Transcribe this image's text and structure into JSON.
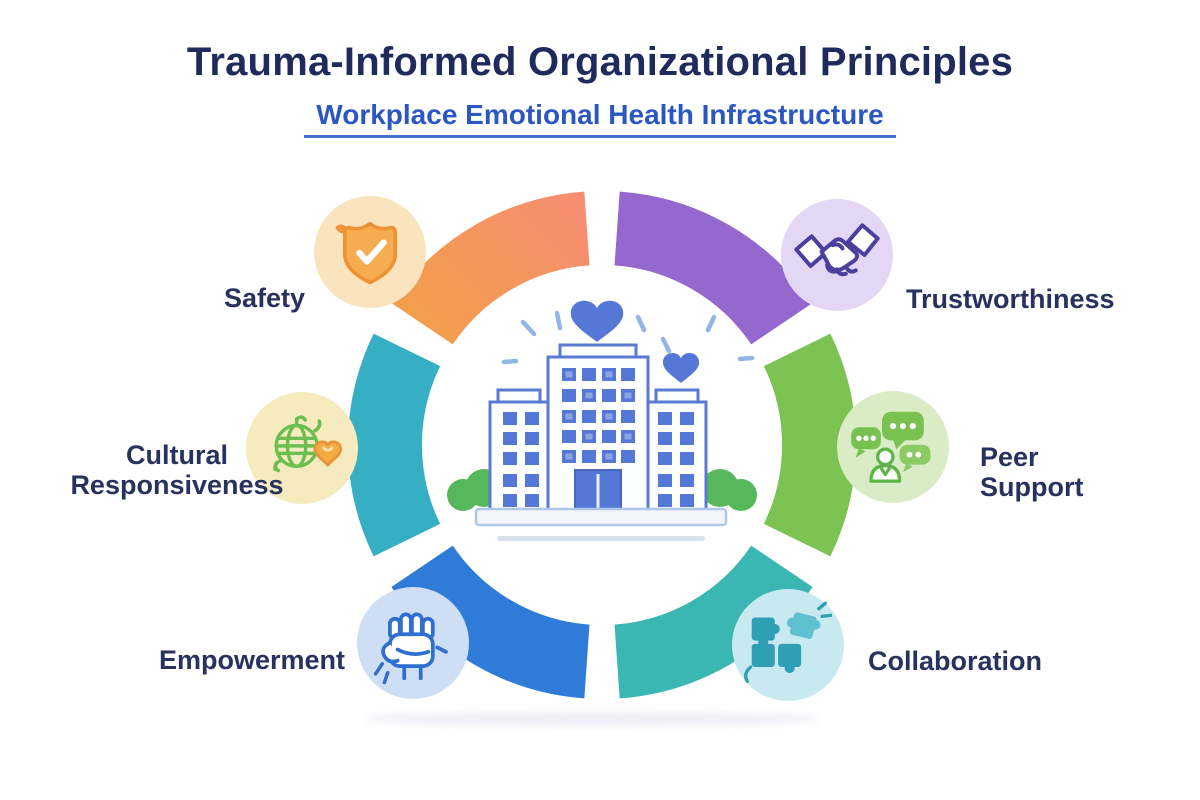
{
  "header": {
    "title": "Trauma-Informed Organizational Principles",
    "subtitle": "Workplace Emotional Health Infrastructure"
  },
  "diagram": {
    "center": {
      "icon": "office-building-icon",
      "decorations": [
        "heart-icon",
        "heart-icon",
        "sun-rays",
        "bush-icon",
        "bush-icon"
      ]
    },
    "principles": [
      {
        "label": "Safety",
        "icon": "shield-check-icon",
        "segment_color": "#F2A243",
        "segment_color_end": "#F68D72",
        "icon_bg": "#FAE4BE",
        "icon_color": "#F09B40"
      },
      {
        "label": "Trustworthiness",
        "icon": "handshake-icon",
        "segment_color": "#9468CF",
        "icon_bg": "#E4D7F6",
        "icon_color": "#4B3F9E"
      },
      {
        "label": "Peer Support",
        "label_lines": [
          "Peer",
          "Support"
        ],
        "icon": "chat-bubbles-person-icon",
        "segment_color": "#7CC353",
        "icon_bg": "#D9ECC6",
        "icon_color": "#6CBE4E"
      },
      {
        "label": "Collaboration",
        "icon": "puzzle-pieces-icon",
        "segment_color": "#3AB7B2",
        "icon_bg": "#C9E9F1",
        "icon_color": "#2E9FB5"
      },
      {
        "label": "Empowerment",
        "icon": "raised-fist-icon",
        "segment_color": "#2F7CD8",
        "icon_bg": "#CEDFF5",
        "icon_color": "#2E6FD0"
      },
      {
        "label": "Cultural Responsiveness",
        "label_lines": [
          "Cultural",
          "Responsiveness"
        ],
        "icon": "globe-heart-icon",
        "segment_color": "#36AEC3",
        "icon_bg": "#F6EBBE",
        "icon_color": "#6CBE4E"
      }
    ]
  }
}
